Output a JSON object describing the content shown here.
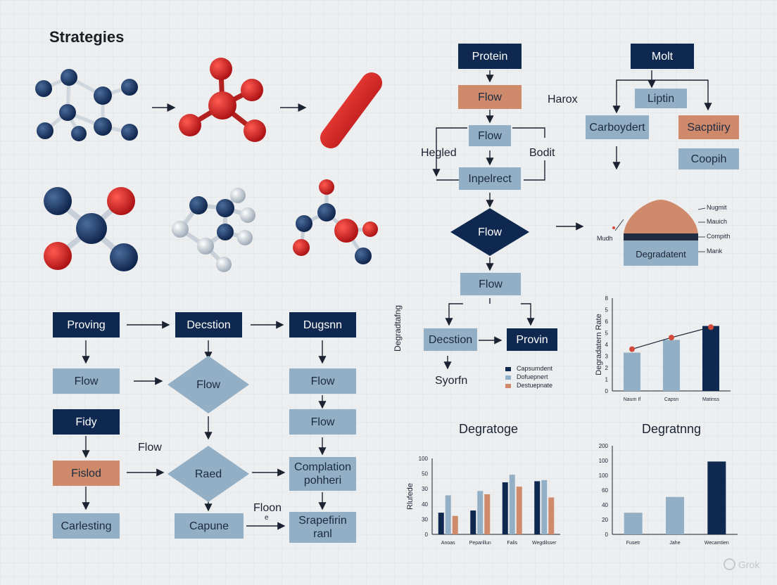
{
  "title": "Strategies",
  "flow_left": {
    "proving": "Proving",
    "decstion": "Decstion",
    "dugsnn": "Dugsnn",
    "flow_a": "Flow",
    "flow_diamond": "Flow",
    "flow_c": "Flow",
    "fidy": "Fidy",
    "flow_label": "Flow",
    "flow_d": "Flow",
    "fislod": "Fislod",
    "raed": "Raed",
    "complation": "Complation pohheri",
    "carlesting": "Carlesting",
    "capune": "Capune",
    "floon": "Floon",
    "floon_sub": "e",
    "srapefirin": "Srapefirin ranl"
  },
  "flow_center": {
    "protein": "Protein",
    "flow1": "Flow",
    "harox": "Harox",
    "flow2": "Flow",
    "hegled": "Hegled",
    "bodit": "Bodit",
    "inpelrect": "Inpelrect",
    "flow_diamond": "Flow",
    "flow3": "Flow",
    "side_label": "Degradtafng",
    "decstion": "Decstion",
    "provin": "Provin",
    "syorfn": "Syorfn",
    "legend": [
      "Capsumdent",
      "Dofuepnert",
      "Destuepnate"
    ]
  },
  "flow_right": {
    "molt": "Molt",
    "liptin": "Liptin",
    "carboydert": "Carboydert",
    "sacptiiry": "Sacptiiry",
    "coopih": "Coopih"
  },
  "layer_diagram": {
    "label": "Degradatent",
    "left_label": "Mudh",
    "callouts": [
      "Nugmit",
      "Mauich",
      "Compith",
      "Mank"
    ]
  },
  "watermark": "Grok",
  "colors": {
    "navy": "#0f2850",
    "blue": "#93afc6",
    "rust": "#cf8a6c",
    "red": "#c4161c"
  },
  "chart_data": [
    {
      "type": "bar",
      "ylabel": "Degradatern Rate",
      "categories": [
        "Naum If",
        "Capsn",
        "Matinss"
      ],
      "values": [
        3.3,
        4.4,
        5.6
      ],
      "line_values": [
        3.6,
        4.6,
        5.5
      ],
      "yticks": [
        "0",
        "1",
        "2",
        "3",
        "4",
        "5",
        "6",
        "5",
        "8"
      ],
      "ylim": [
        0,
        8
      ],
      "bar_colors": [
        "#93afc6",
        "#93afc6",
        "#0f2850"
      ],
      "line_color": "#d24a3a"
    },
    {
      "type": "bar",
      "title": "Degratoge",
      "ylabel": "Rlufede",
      "categories": [
        "Anoas",
        "Peparillun",
        "Falis",
        "Wegdilsser"
      ],
      "series": [
        {
          "values": [
            20,
            22,
            48,
            49
          ]
        },
        {
          "values": [
            36,
            40,
            55,
            50
          ]
        },
        {
          "values": [
            17,
            37,
            44,
            34
          ]
        }
      ],
      "yticks": [
        "0",
        "30",
        "40",
        "30",
        "50",
        "100"
      ],
      "ylim": [
        0,
        70
      ],
      "series_colors": [
        "#0f2850",
        "#93afc6",
        "#cf8a6c"
      ]
    },
    {
      "type": "bar",
      "title": "Degratnng",
      "categories": [
        "Fusetr",
        "Jahe",
        "Wecamtien"
      ],
      "values": [
        22,
        38,
        74
      ],
      "yticks": [
        "0",
        "20",
        "40",
        "60",
        "100",
        "100",
        "200"
      ],
      "ylim": [
        0,
        90
      ],
      "bar_colors": [
        "#93afc6",
        "#93afc6",
        "#0f2850"
      ]
    }
  ]
}
